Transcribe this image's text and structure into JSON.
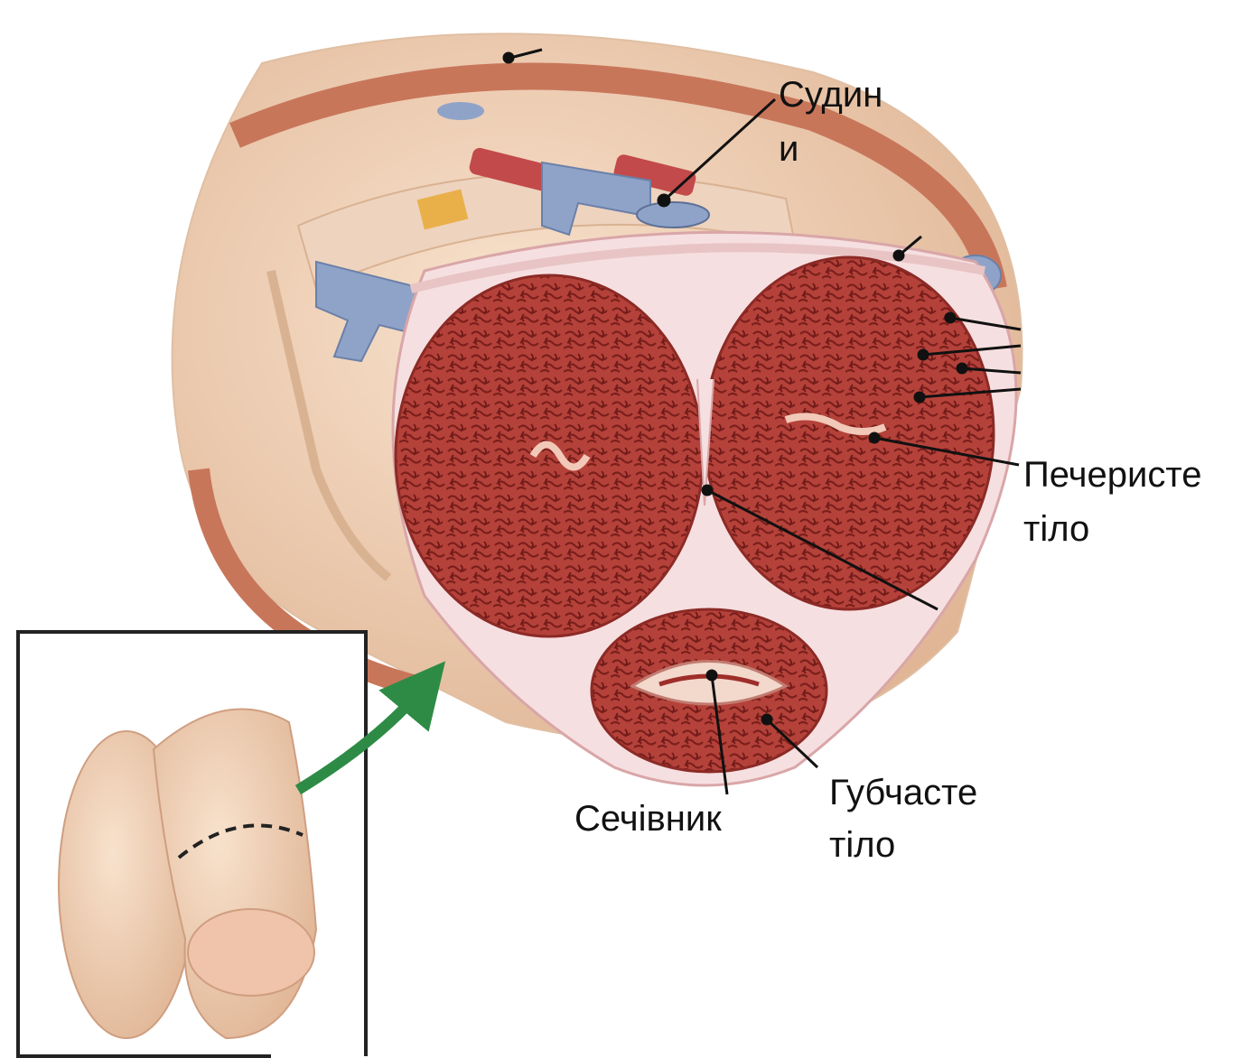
{
  "labels": {
    "vessels_line1": "Судин",
    "vessels_line2": "и",
    "cavernosum_line1": "Печеристе",
    "cavernosum_line2": "тіло",
    "urethra": "Сечівник",
    "spongiosum_line1": "Губчасте",
    "spongiosum_line2": "тіло"
  },
  "colors": {
    "skin": "#f3d8c0",
    "skin_dark": "#e2b898",
    "fascia_band": "#c8765a",
    "tunica": "#f6dfe0",
    "erectile_tissue": "#b5423a",
    "erectile_pattern": "#7a1f1c",
    "vein": "#8fa3c8",
    "artery": "#c24a4a",
    "leader_line": "#111111",
    "arrow": "#2e8b45"
  },
  "icons": {
    "arrow": "green-arrow-icon"
  }
}
